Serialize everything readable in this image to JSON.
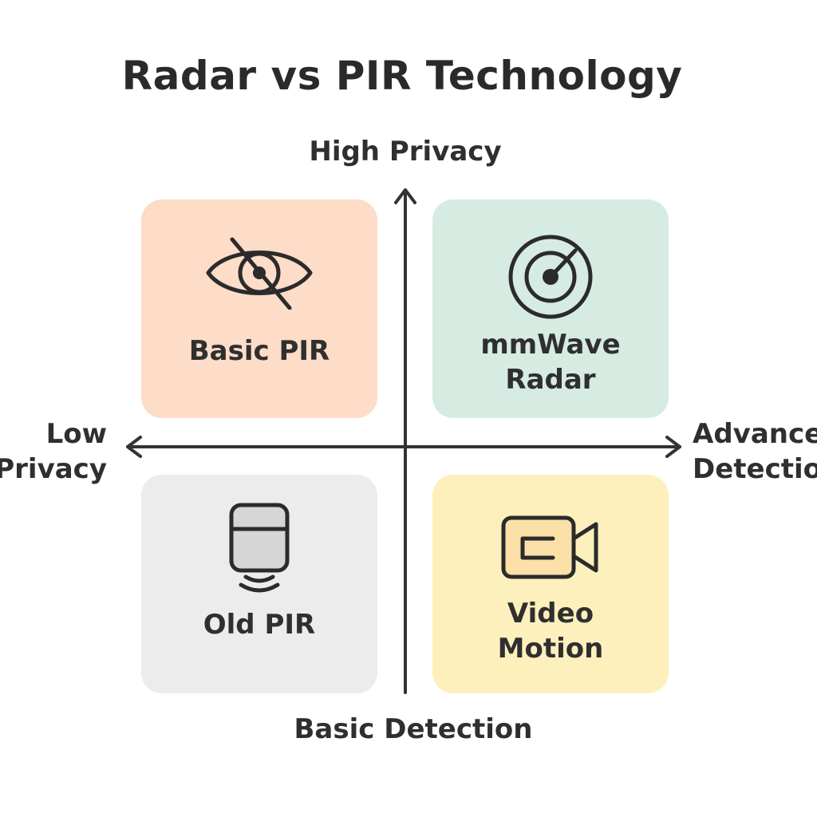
{
  "title": "Radar vs PIR Technology",
  "axes": {
    "top": "High Privacy",
    "bottom": "Basic Detection",
    "left": "Low\nPrivacy",
    "right": "Advanced\nDetection"
  },
  "quadrants": {
    "top_left": {
      "label": "Basic PIR",
      "icon": "eye-slash-icon",
      "color": "#fddcc8"
    },
    "top_right": {
      "label": "mmWave\nRadar",
      "icon": "radar-icon",
      "color": "#d6ebe2"
    },
    "bottom_left": {
      "label": "Old PIR",
      "icon": "pir-sensor-icon",
      "color": "#ececec"
    },
    "bottom_right": {
      "label": "Video\nMotion",
      "icon": "video-camera-icon",
      "color": "#fdf0bd"
    }
  }
}
